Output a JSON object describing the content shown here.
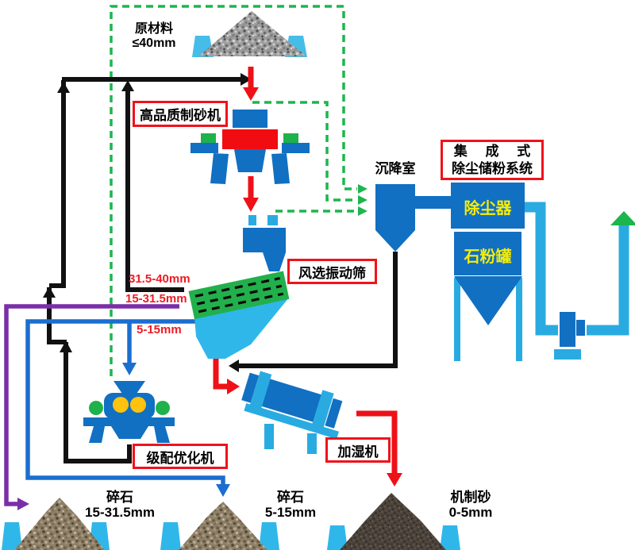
{
  "nodes": {
    "raw_material": {
      "line1": "原材料",
      "line2": "≤40mm"
    },
    "sand_maker": {
      "label": "高品质制砂机"
    },
    "settling_chamber": {
      "label": "沉降室"
    },
    "dust_system": {
      "line1": "集 成 式",
      "line2": "除尘储粉系统",
      "collector": "除尘器",
      "powder_tank": "石粉罐"
    },
    "screen": {
      "label": "风选振动筛",
      "outputs": [
        "31.5-40mm",
        "15-31.5mm",
        "5-15mm"
      ]
    },
    "optimizer": {
      "label": "级配优化机"
    },
    "humidifier": {
      "label": "加湿机"
    },
    "products": [
      {
        "name": "碎石",
        "size": "15-31.5mm"
      },
      {
        "name": "碎石",
        "size": "5-15mm"
      },
      {
        "name": "机制砂",
        "size": "0-5mm"
      }
    ]
  },
  "colors": {
    "machine_blue": "#1170c2",
    "light_blue": "#29abe2",
    "red": "#ee1c25",
    "green": "#22b14c",
    "purple": "#7a2fa8",
    "flow_blue": "#1b6ed0",
    "yellow_circle": "#ffc20e",
    "label_border_red": "#f0121b",
    "box_text_yellow": "#f4ec0c"
  }
}
